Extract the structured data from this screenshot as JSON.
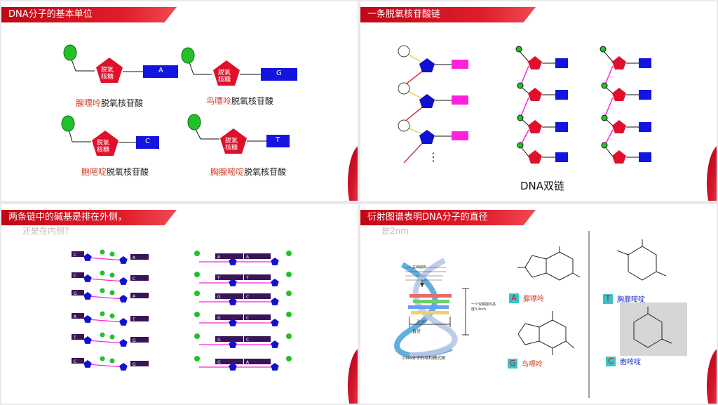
{
  "slides": [
    {
      "title": "DNA分子的基本单位",
      "sugar_text": [
        "脱氧",
        "核糖"
      ],
      "nucleotides": [
        {
          "base": "A",
          "name_hl": "腺嘌呤",
          "name_rest": "脱氧核苷酸"
        },
        {
          "base": "G",
          "name_hl": "鸟嘌呤",
          "name_rest": "脱氧核苷酸"
        },
        {
          "base": "C",
          "name_hl": "胞嘧啶",
          "name_rest": "脱氧核苷酸"
        },
        {
          "base": "T",
          "name_hl": "胸腺嘧啶",
          "name_rest": "脱氧核苷酸"
        }
      ]
    },
    {
      "title": "一条脱氧核苷酸链",
      "ellipsis": "⋮",
      "double_chain_label": "DNA双链"
    },
    {
      "title": "两条链中的碱基是排在外侧，",
      "subtitle": "还是在内侧?",
      "left_bases": [
        "C",
        "C",
        "G",
        "A",
        "T",
        "C"
      ],
      "right_bases": [
        "A",
        "C",
        "A",
        "T",
        "G",
        "G"
      ],
      "outer_left_bases": [
        "A",
        "T",
        "G",
        "G",
        "G",
        "G"
      ],
      "outer_right_bases": [
        "A",
        "T",
        "C",
        "C",
        "C",
        "A"
      ]
    },
    {
      "title": "衍射图谱表明DNA分子的直径",
      "subtitle": "是2nm",
      "helix_caption": "DNA分子的结构模式图",
      "helix_top": "立体结构",
      "helix_2nm": "2nm",
      "helix_diam": "直径",
      "helix_pitch": "一个双螺旋的高度3.4nm",
      "molecules": [
        {
          "tag": "A",
          "name": "腺嘌呤"
        },
        {
          "tag": "G",
          "name": "鸟嘌呤"
        },
        {
          "tag": "T",
          "name": "胸腺嘧啶"
        },
        {
          "tag": "C",
          "name": "胞嘧啶"
        }
      ]
    }
  ],
  "colors": {
    "accent": "#d91222",
    "sugar": "#e0102a",
    "base": "#1414e0",
    "phosphate": "#2bc32b",
    "magenta": "#ff22dd"
  }
}
